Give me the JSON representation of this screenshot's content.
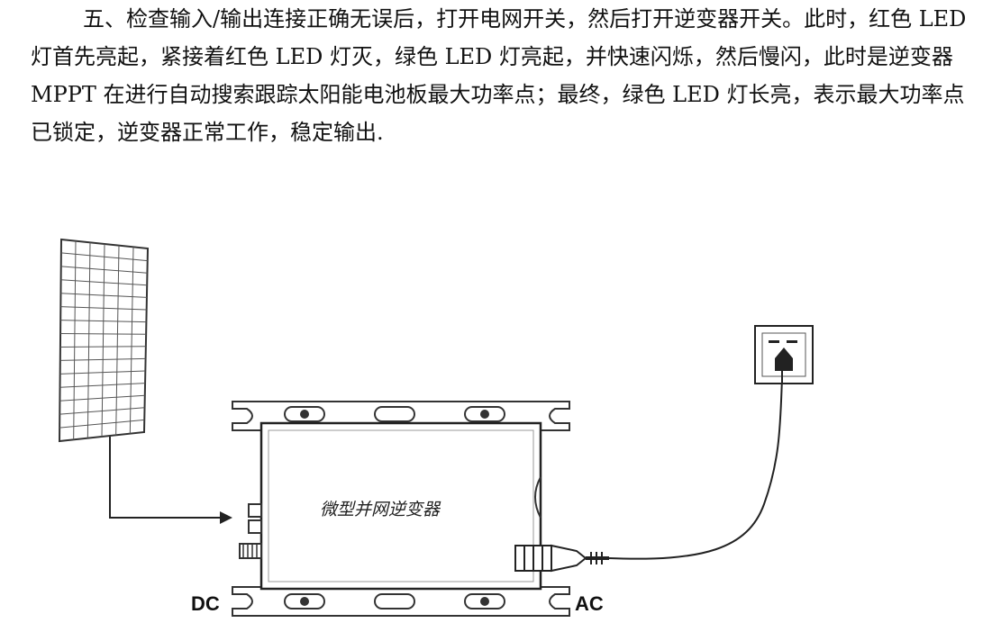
{
  "document": {
    "paragraph_1": "五、检查输入/输出连接正确无误后，打开电网开关，然后打开逆变器开关。此时，红色 LED 灯首先亮起，紧接着红色 LED 灯灭，绿色 LED 灯亮起，并快速闪烁，然后慢闪，此时是逆变器 MPPT 在进行自动搜索跟踪太阳能电池板最大功率点；最终，绿色 LED 灯长亮，表示最大功率点已锁定，逆变器正常工作，稳定输出."
  },
  "diagram": {
    "inverter_label": "微型并网逆变器",
    "dc_label": "DC",
    "ac_label": "AC"
  }
}
